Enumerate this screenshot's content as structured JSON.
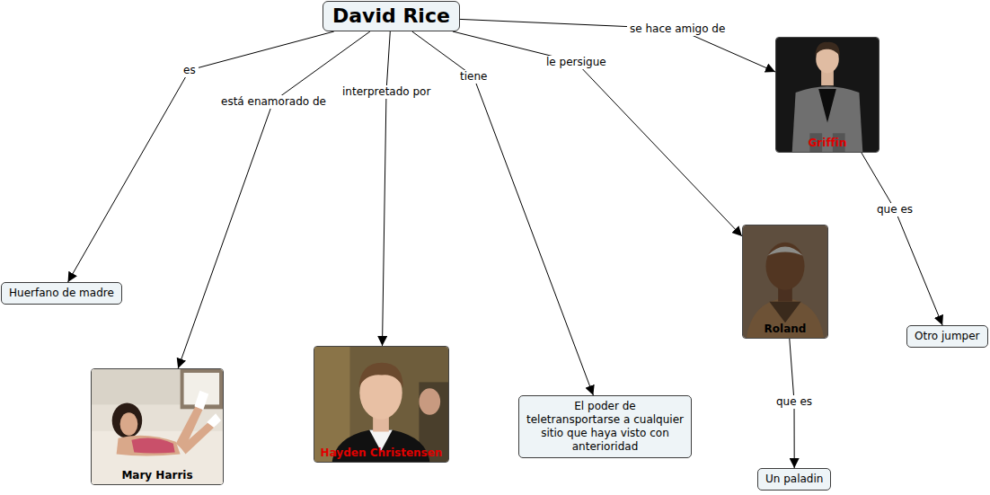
{
  "diagram": {
    "nodes": [
      {
        "text": [
          "David Rice"
        ]
      },
      {
        "text": [
          "Huerfano de madre"
        ]
      },
      {
        "text": [
          "Mary Harris"
        ]
      },
      {
        "text": [
          "Hayden Christensen"
        ]
      },
      {
        "text": [
          "El poder de teletransportarse a cualquier sitio que haya visto con anterioridad"
        ]
      },
      {
        "text": [
          "Roland"
        ]
      },
      {
        "text": [
          "Un paladin"
        ]
      },
      {
        "text": [
          "Griffin"
        ]
      },
      {
        "text": [
          "Otro jumper"
        ]
      }
    ],
    "edges": [
      {
        "from": 0,
        "to": 1,
        "label": "es",
        "arrow": "to"
      },
      {
        "from": 0,
        "to": 2,
        "label": "está enamorado de",
        "arrow": "to"
      },
      {
        "from": 0,
        "to": 3,
        "label": "interpretado por",
        "arrow": "to"
      },
      {
        "from": 0,
        "to": 4,
        "label": "tiene",
        "arrow": "to"
      },
      {
        "from": 0,
        "to": 5,
        "label": "le persigue",
        "arrow": "to"
      },
      {
        "from": 0,
        "to": 7,
        "label": "se hace amigo de",
        "arrow": "to"
      },
      {
        "from": 7,
        "to": 8,
        "label": "que es",
        "arrow": "to"
      },
      {
        "from": 5,
        "to": 6,
        "label": "que es",
        "arrow": "to"
      }
    ]
  }
}
